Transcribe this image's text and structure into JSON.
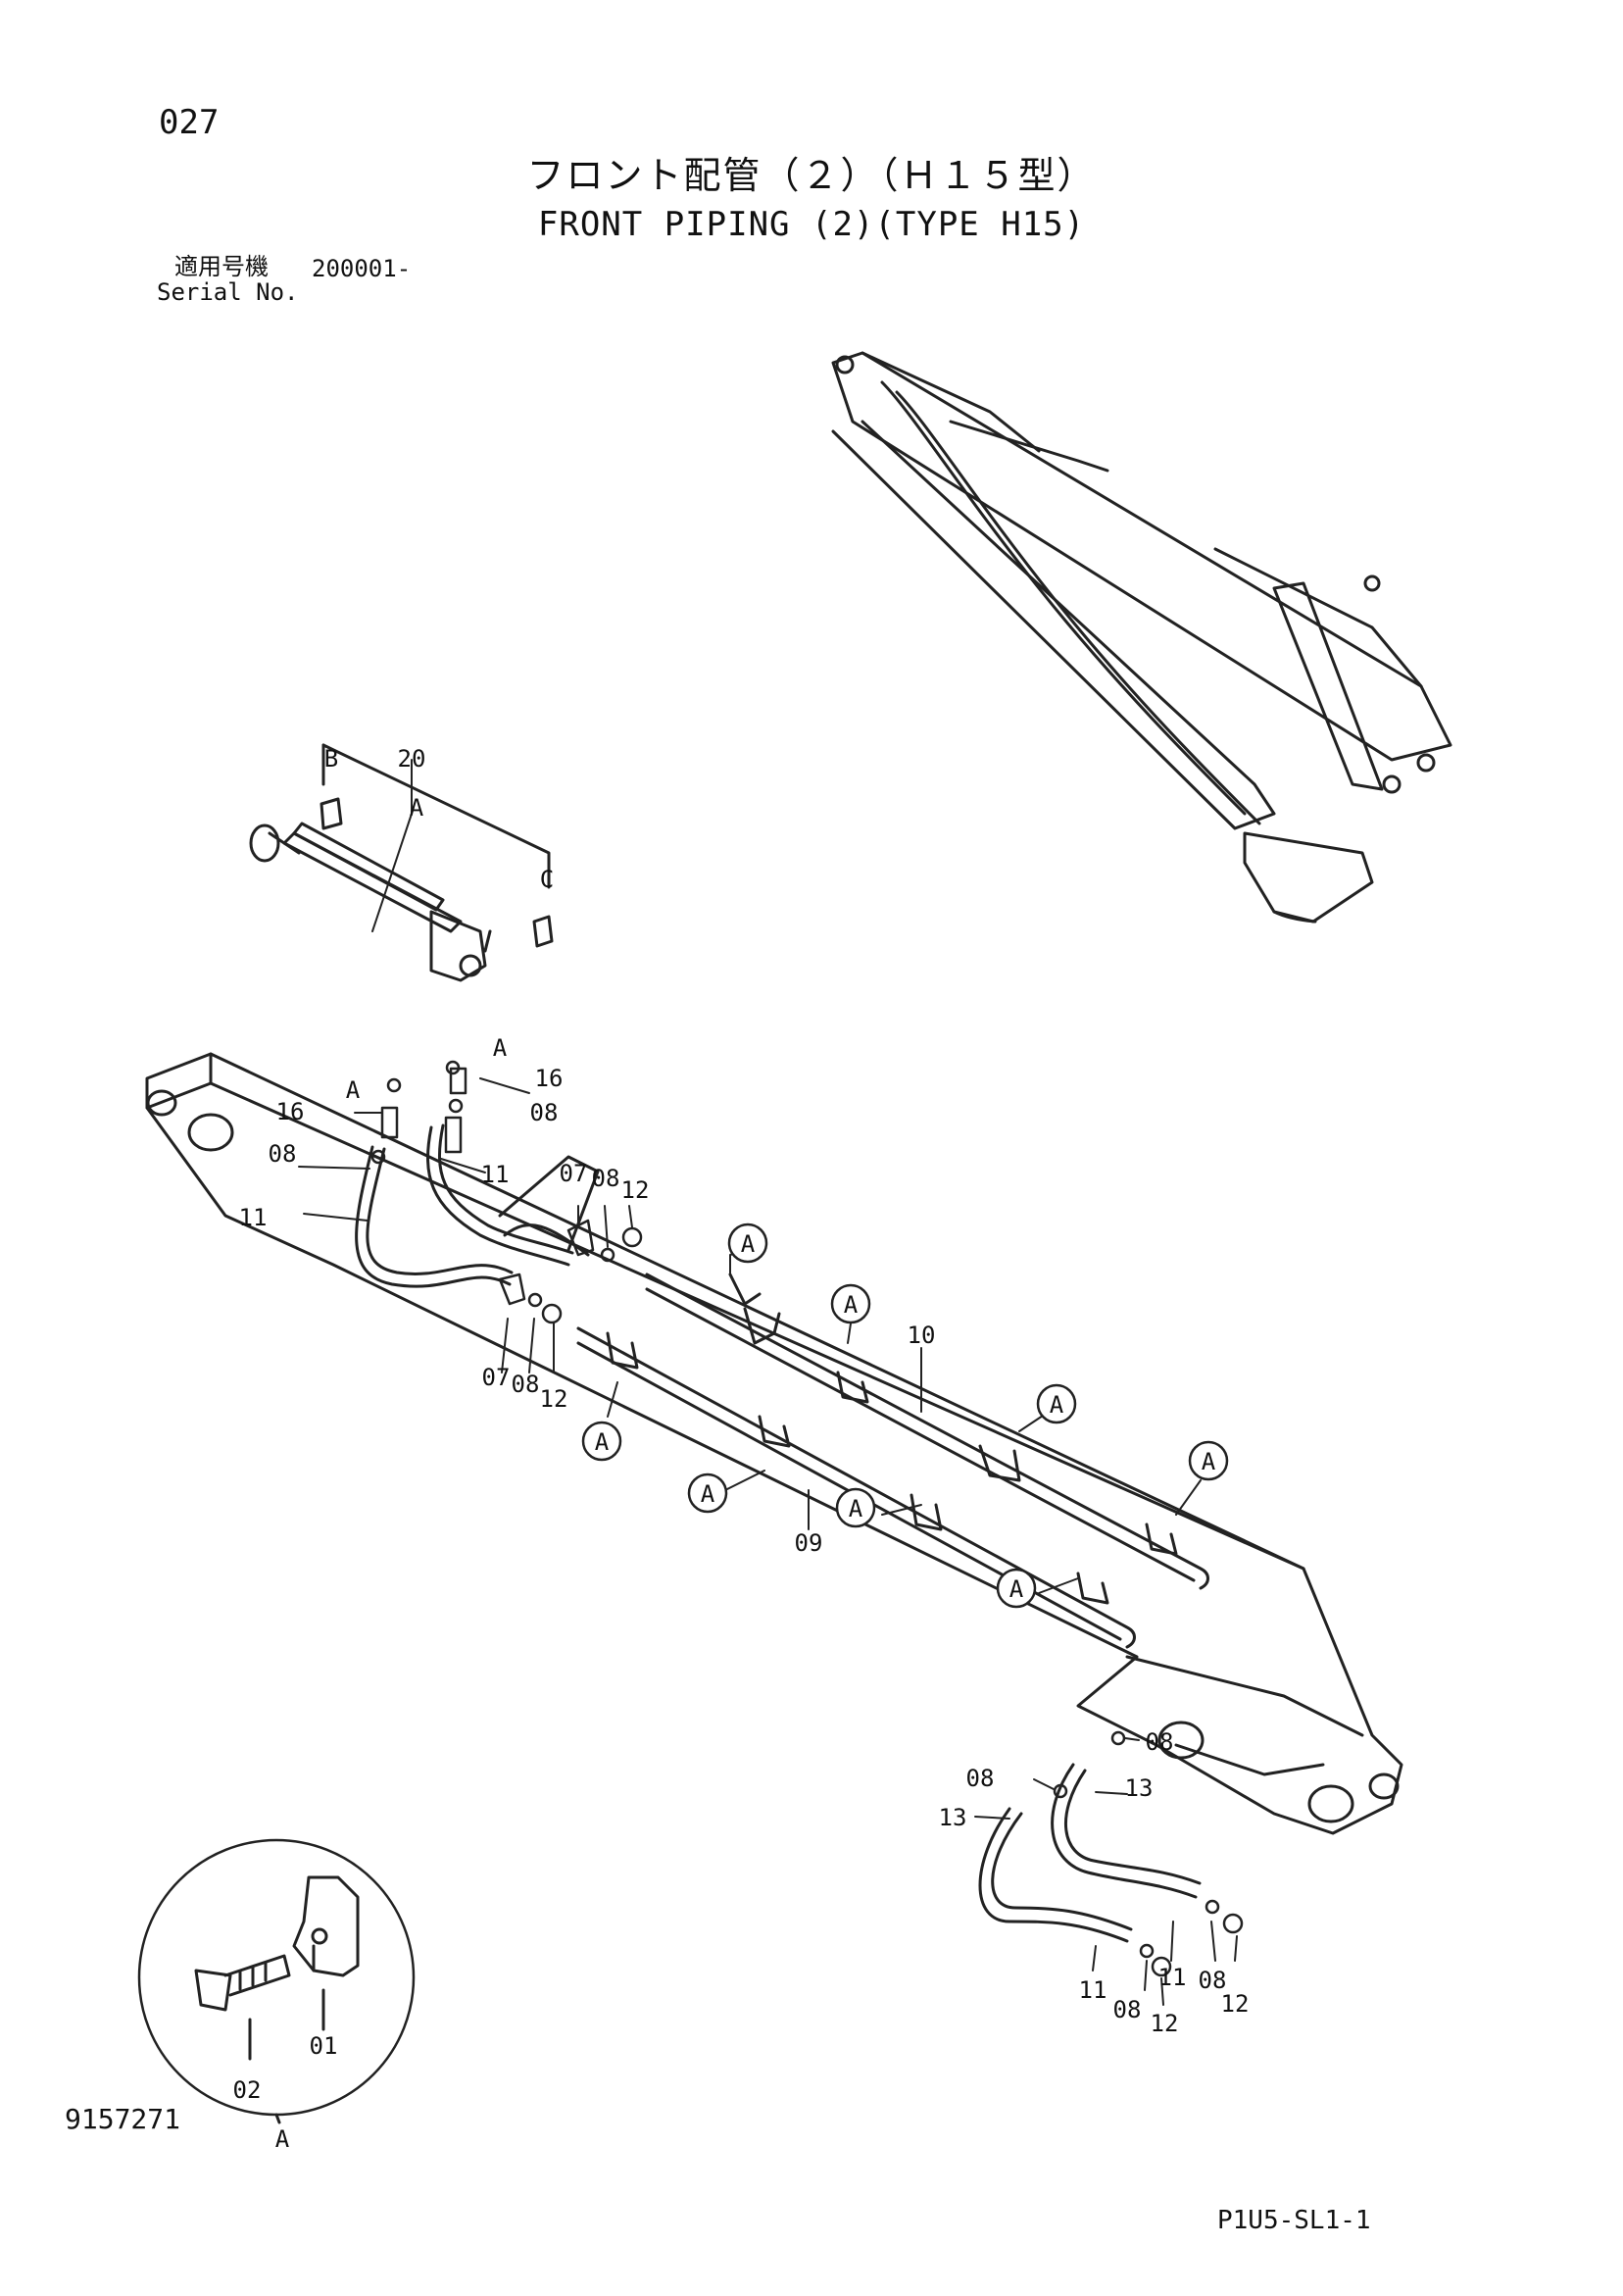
{
  "page_number": "027",
  "title_jp": "フロント配管（２）（Ｈ１５型）",
  "title_en": "FRONT PIPING (2)(TYPE H15)",
  "serial_label_jp": "適用号機",
  "serial_value": "200001-",
  "serial_label_en": "Serial No.",
  "document_number": "9157271",
  "sheet_code": "P1U5-SL1-1",
  "callouts": {
    "c20": "20",
    "cB": "B",
    "cA_cyl": "A",
    "cC": "C",
    "cA16a": "A",
    "c16a": "16",
    "cA16b": "A",
    "c16b": "16",
    "c08a": "08",
    "c08b": "08",
    "c11a": "11",
    "c11b": "11",
    "c07a": "07",
    "c08c": "08",
    "c12a": "12",
    "c07b": "07",
    "c08d": "08",
    "c12b": "12",
    "c10": "10",
    "c09": "09",
    "c08e": "08",
    "c08f": "08",
    "c13a": "13",
    "c13b": "13",
    "c11c": "11",
    "c08g": "08",
    "c12c": "12",
    "c11d": "11",
    "c08h": "08",
    "c12d": "12",
    "c01": "01",
    "c02": "02",
    "cDetailA": "A"
  },
  "clamp_marker": "A"
}
